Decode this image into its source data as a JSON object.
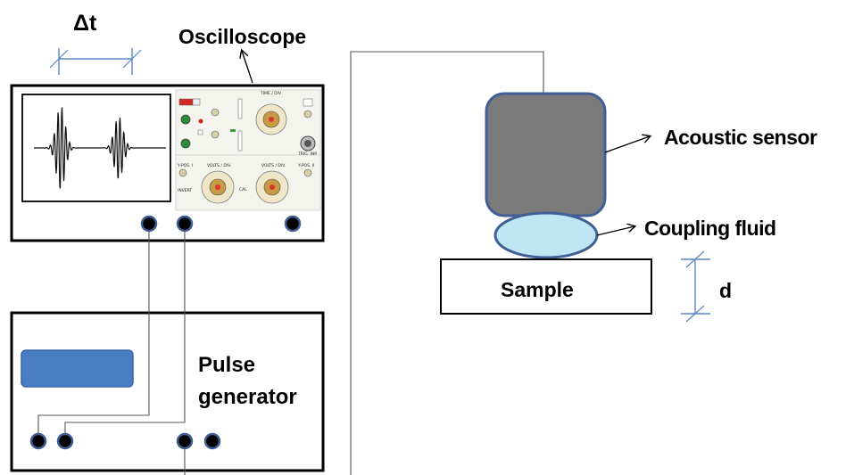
{
  "labels": {
    "delta_t": "Δt",
    "oscilloscope": "Oscilloscope",
    "acoustic_sensor": "Acoustic sensor",
    "coupling_fluid": "Coupling fluid",
    "sample": "Sample",
    "thickness": "d",
    "pulse_generator_line1": "Pulse",
    "pulse_generator_line2": "generator"
  },
  "panel_text": {
    "volts_div_left": "VOLTS / DIV.",
    "volts_div_right": "VOLTS / DIV.",
    "time_div": "TIME / DIV.",
    "y_pos_1": "Y-POS. I",
    "y_pos_2": "Y-POS. II",
    "invert": "INVERT",
    "trig_inp": "TRIG. INP.",
    "cal": "CAL"
  },
  "colors": {
    "outline": "#000000",
    "wire": "#555555",
    "sensor_fill": "#7a7a7a",
    "sensor_stroke": "#3f5f96",
    "fluid_fill": "#bfe6f2",
    "fluid_stroke": "#3f5f96",
    "display_fill": "#4a7cc4",
    "display_stroke": "#3a66a8",
    "connector_ring": "#3f5f96",
    "dimension_line": "#5b86c5"
  }
}
